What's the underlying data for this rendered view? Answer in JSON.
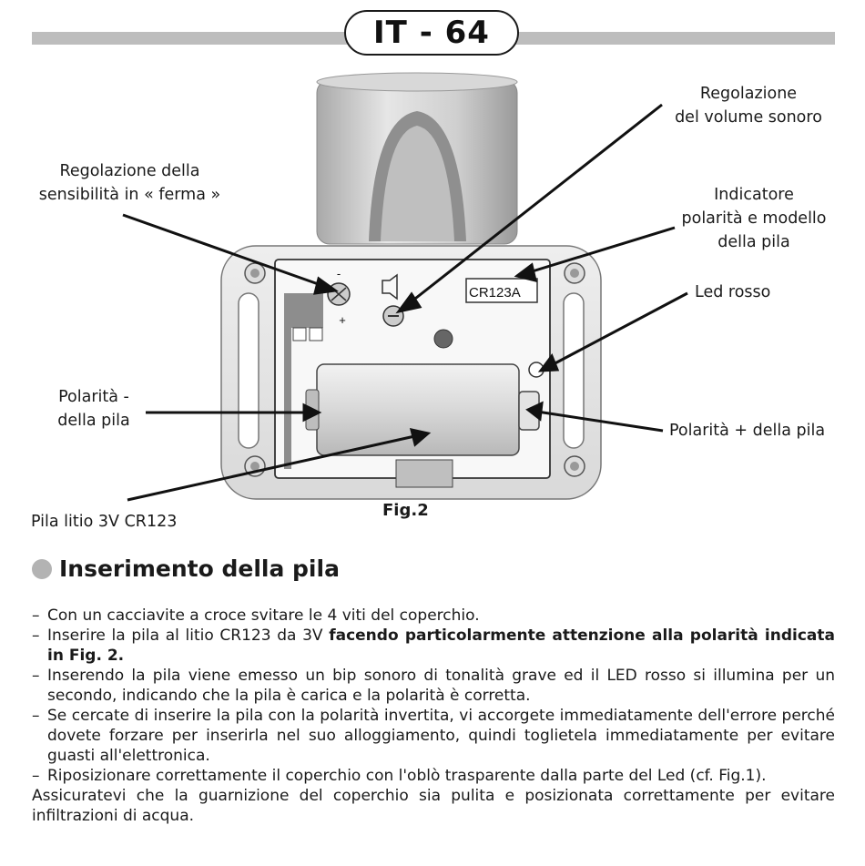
{
  "header": {
    "title": "IT - 64"
  },
  "figure": {
    "caption": "Fig.2",
    "callouts": {
      "volume": [
        "Regolazione",
        "del volume sonoro"
      ],
      "sensitivity": [
        "Regolazione della",
        "sensibilità in « ferma »"
      ],
      "indicator": [
        "Indicatore",
        "polarità e modello",
        "della pila"
      ],
      "led": [
        "Led rosso"
      ],
      "polarity_minus": [
        "Polarità -",
        "della pila"
      ],
      "polarity_plus": [
        "Polarità + della pila"
      ],
      "battery": [
        "Pila litio 3V CR123"
      ]
    },
    "device_labels": {
      "battery_model": "CR123A",
      "minus": "-",
      "plus": "+"
    }
  },
  "section": {
    "title": "Inserimento della pila",
    "items": [
      {
        "text": "Con un cacciavite a croce svitare le 4 viti del coperchio."
      },
      {
        "text": "Inserire la pila al litio CR123 da 3V ",
        "bold": "facendo particolarmente attenzione alla polarità indicata in Fig. 2."
      },
      {
        "text": "Inserendo la pila viene emesso un bip sonoro di tonalità grave ed il LED rosso si illumina per un secondo, indicando che la pila è carica e la polarità è corretta."
      },
      {
        "text": "Se cercate di inserire la pila con la polarità invertita, vi accorgete immediatamente dell'errore perché dovete forzare per inserirla nel suo alloggiamento, quindi toglietela immediatamente per evitare guasti all'elettronica."
      },
      {
        "text": "Riposizionare correttamente il coperchio con l'oblò trasparente dalla parte del Led (cf. Fig.1)."
      }
    ],
    "closing": "Assicuratevi che la guarnizione del coperchio sia pulita e posizionata correttamente per evitare infiltrazioni di acqua."
  }
}
